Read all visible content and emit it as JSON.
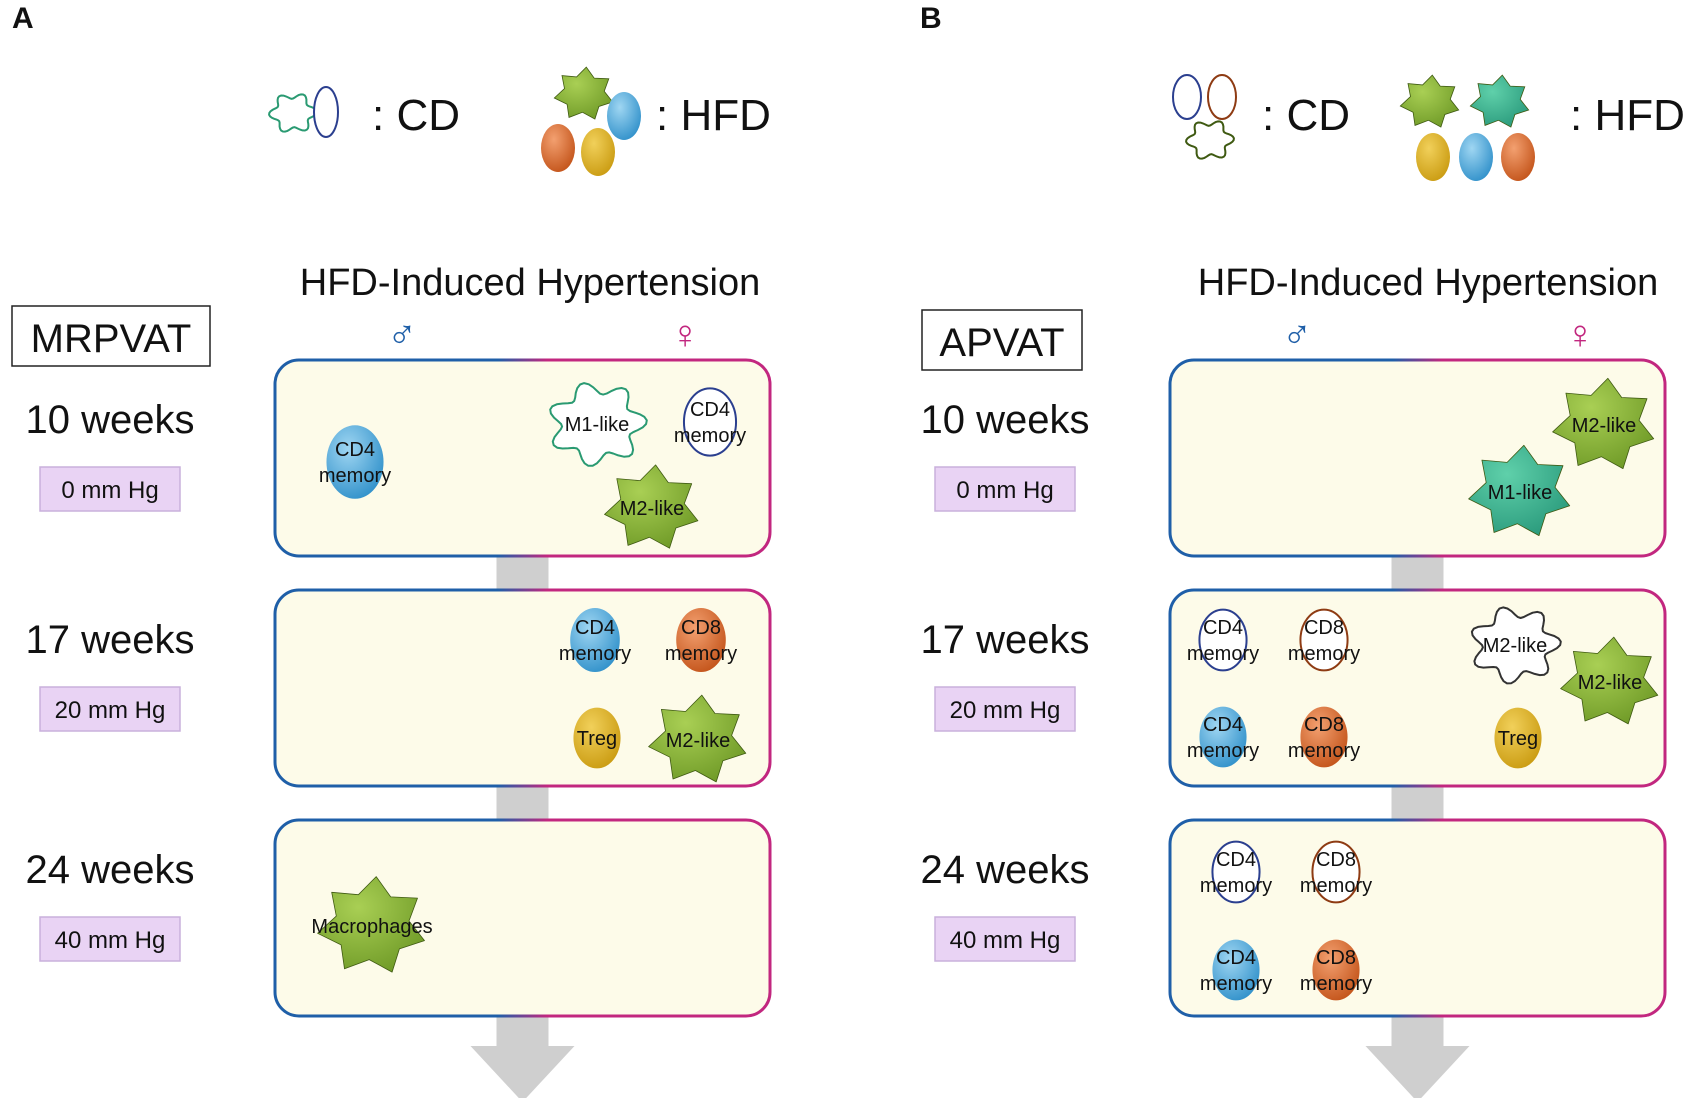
{
  "colors": {
    "male": "#1f5fa8",
    "female": "#c2277f",
    "panel_fill": "#fdfbe9",
    "bp_fill": "#e9d3f4",
    "bp_stroke": "#c9b0dc",
    "arrow": "#cfcfcf",
    "macrophage_cd_m1": "#2a9a72",
    "macrophage_hfd_m2": "#6f9a27",
    "macrophage_hfd_m1": "#2a9a7c",
    "cd4": "#2e8fc9",
    "cd8": "#c25218",
    "treg": "#c99a10",
    "cd4_outline": "#2b3f8f",
    "cd8_outline": "#8e3b13"
  },
  "symbols": {
    "male": "♂",
    "female": "♀"
  },
  "panels": [
    {
      "letter": "A",
      "legend": {
        "cd_label": ": CD",
        "hfd_label": ": HFD"
      },
      "title": "HFD-Induced Hypertension",
      "tissue": "MRPVAT",
      "timepoints": [
        {
          "weeks": "10 weeks",
          "bp": "0 mm Hg",
          "cells": [
            {
              "shape": "ellipse",
              "style": "filled",
              "kind": "cd4",
              "lines": [
                "CD4",
                "memory"
              ]
            },
            {
              "shape": "star",
              "style": "outline",
              "kind": "m1",
              "lines": [
                "M1-like"
              ]
            },
            {
              "shape": "ellipse",
              "style": "outline",
              "kind": "cd4",
              "lines": [
                "CD4",
                "memory"
              ]
            },
            {
              "shape": "star",
              "style": "filled",
              "kind": "m2",
              "lines": [
                "M2-like"
              ]
            }
          ]
        },
        {
          "weeks": "17 weeks",
          "bp": "20 mm Hg",
          "cells": [
            {
              "shape": "ellipse",
              "style": "filled",
              "kind": "cd4",
              "lines": [
                "CD4",
                "memory"
              ]
            },
            {
              "shape": "ellipse",
              "style": "filled",
              "kind": "cd8",
              "lines": [
                "CD8",
                "memory"
              ]
            },
            {
              "shape": "ellipse",
              "style": "filled",
              "kind": "treg",
              "lines": [
                "Treg"
              ]
            },
            {
              "shape": "star",
              "style": "filled",
              "kind": "m2",
              "lines": [
                "M2-like"
              ]
            }
          ]
        },
        {
          "weeks": "24 weeks",
          "bp": "40 mm Hg",
          "cells": [
            {
              "shape": "star",
              "style": "filled",
              "kind": "m2",
              "lines": [
                "Macrophages"
              ]
            }
          ]
        }
      ]
    },
    {
      "letter": "B",
      "legend": {
        "cd_label": ": CD",
        "hfd_label": ": HFD"
      },
      "title": "HFD-Induced Hypertension",
      "tissue": "APVAT",
      "timepoints": [
        {
          "weeks": "10 weeks",
          "bp": "0 mm Hg",
          "cells": [
            {
              "shape": "star",
              "style": "filled",
              "kind": "m2",
              "lines": [
                "M2-like"
              ]
            },
            {
              "shape": "star",
              "style": "filled",
              "kind": "m1",
              "lines": [
                "M1-like"
              ]
            }
          ]
        },
        {
          "weeks": "17 weeks",
          "bp": "20 mm Hg",
          "cells": [
            {
              "shape": "ellipse",
              "style": "outline",
              "kind": "cd4",
              "lines": [
                "CD4",
                "memory"
              ]
            },
            {
              "shape": "ellipse",
              "style": "outline",
              "kind": "cd8",
              "lines": [
                "CD8",
                "memory"
              ]
            },
            {
              "shape": "star",
              "style": "outline",
              "kind": "m2",
              "lines": [
                "M2-like"
              ]
            },
            {
              "shape": "star",
              "style": "filled",
              "kind": "m2",
              "lines": [
                "M2-like"
              ]
            },
            {
              "shape": "ellipse",
              "style": "filled",
              "kind": "cd4",
              "lines": [
                "CD4",
                "memory"
              ]
            },
            {
              "shape": "ellipse",
              "style": "filled",
              "kind": "cd8",
              "lines": [
                "CD8",
                "memory"
              ]
            },
            {
              "shape": "ellipse",
              "style": "filled",
              "kind": "treg",
              "lines": [
                "Treg"
              ]
            }
          ]
        },
        {
          "weeks": "24 weeks",
          "bp": "40 mm Hg",
          "cells": [
            {
              "shape": "ellipse",
              "style": "outline",
              "kind": "cd4",
              "lines": [
                "CD4",
                "memory"
              ]
            },
            {
              "shape": "ellipse",
              "style": "outline",
              "kind": "cd8",
              "lines": [
                "CD8",
                "memory"
              ]
            },
            {
              "shape": "ellipse",
              "style": "filled",
              "kind": "cd4",
              "lines": [
                "CD4",
                "memory"
              ]
            },
            {
              "shape": "ellipse",
              "style": "filled",
              "kind": "cd8",
              "lines": [
                "CD8",
                "memory"
              ]
            }
          ]
        }
      ]
    }
  ]
}
